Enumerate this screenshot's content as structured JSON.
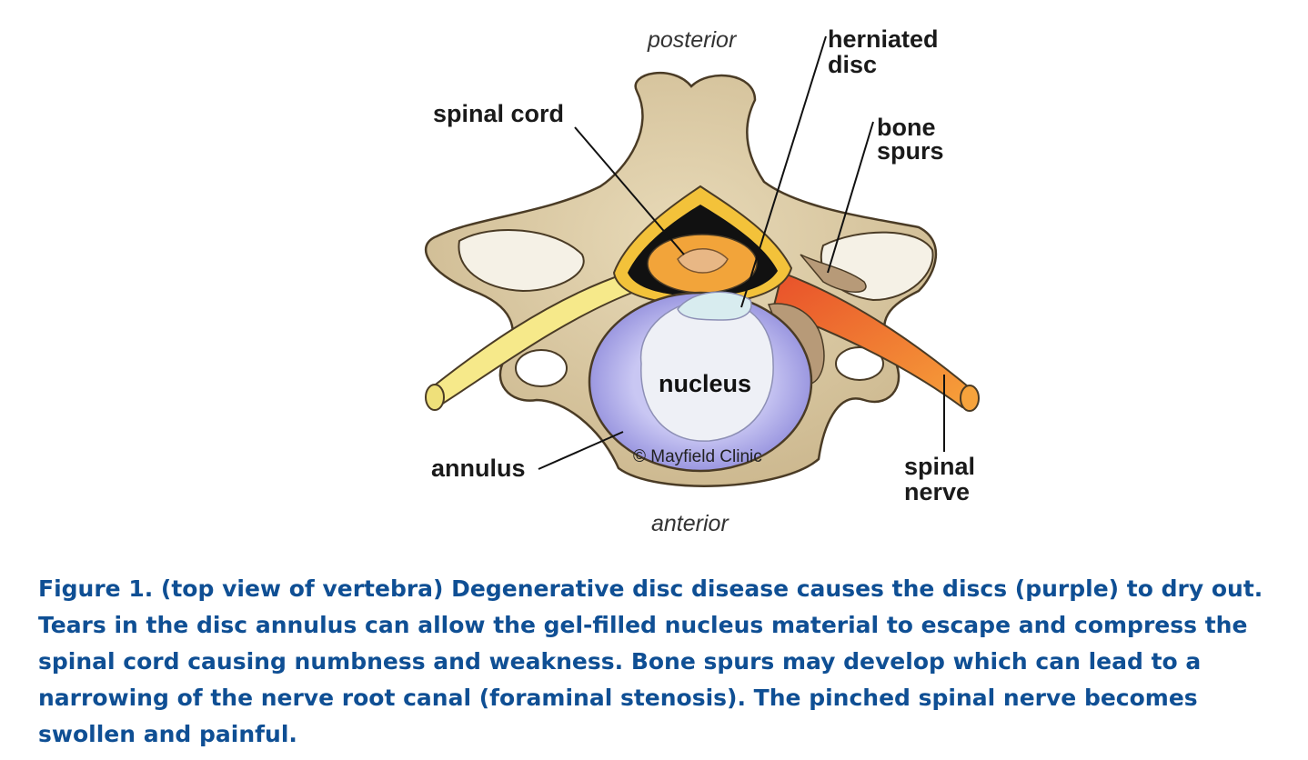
{
  "labels": {
    "posterior": "posterior",
    "anterior": "anterior",
    "spinal_cord": "spinal cord",
    "herniated_disc_1": "herniated",
    "herniated_disc_2": "disc",
    "bone_spurs_1": "bone",
    "bone_spurs_2": "spurs",
    "nucleus": "nucleus",
    "annulus": "annulus",
    "spinal_nerve_1": "spinal",
    "spinal_nerve_2": "nerve",
    "copyright": "© Mayfield Clinic"
  },
  "caption": "Figure 1. (top view of vertebra) Degenerative disc disease causes the discs (purple) to dry out. Tears in the disc annulus can allow the gel-filled nucleus material to escape and compress the spinal cord causing numbness and weakness. Bone spurs may develop which can lead to a narrowing of the nerve root canal (foraminal stenosis). The pinched spinal nerve becomes swollen and painful.",
  "colors": {
    "bone": "#d9c7a0",
    "bone_outline": "#4a3b25",
    "disc_annulus": "#a9a6e6",
    "nucleus": "#eef0f6",
    "spinal_cord": "#f2a43a",
    "nerve_left": "#f6e98a",
    "nerve_right": "#f07a1e",
    "caption": "#0f4f94"
  }
}
